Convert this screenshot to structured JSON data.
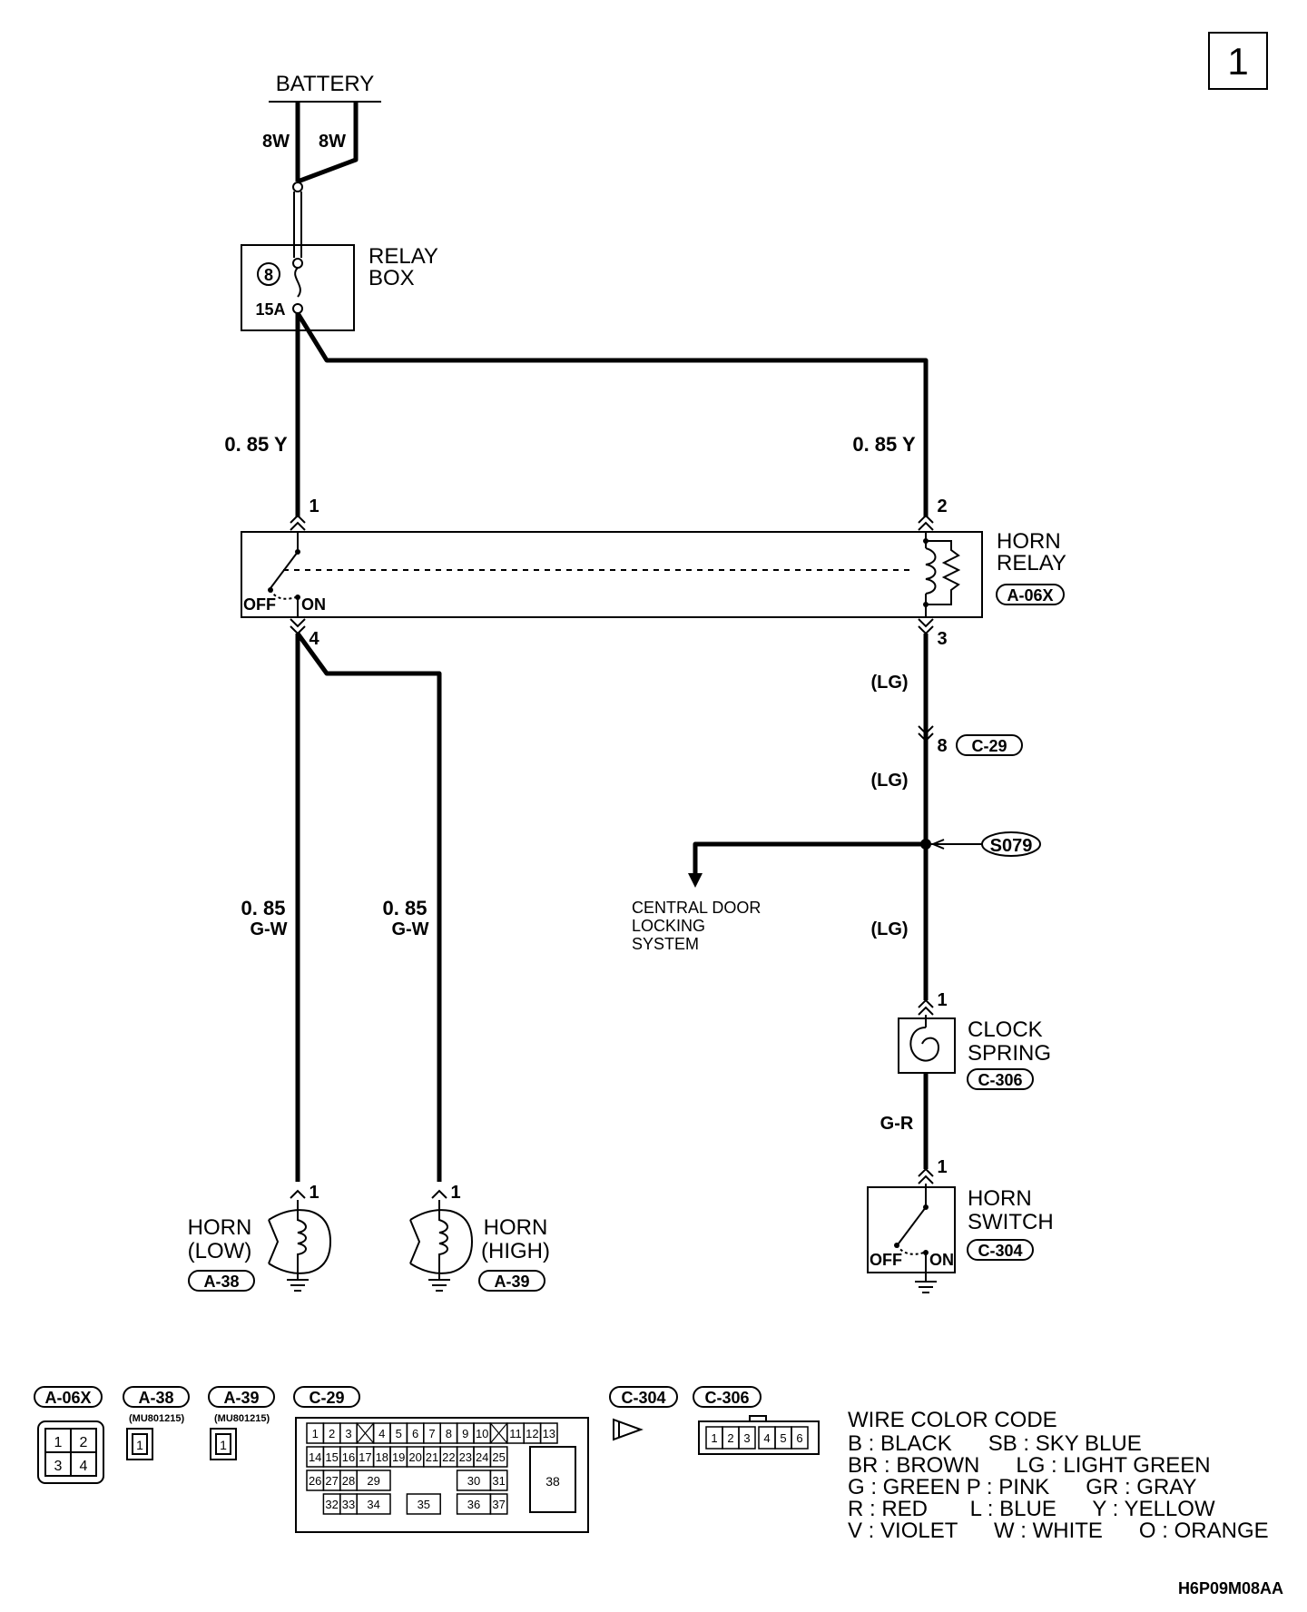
{
  "page_number": "1",
  "battery": {
    "label": "BATTERY",
    "wire_left": "8W",
    "wire_right": "8W"
  },
  "relay_box": {
    "line1": "RELAY",
    "line2": "BOX",
    "fuse_no": "8",
    "fuse_rating": "15A"
  },
  "wires": {
    "left_top": "0. 85 Y",
    "right_top": "0. 85 Y",
    "lg1": "(LG)",
    "lg2": "(LG)",
    "lg3": "(LG)",
    "gw_low_1": "0. 85",
    "gw_low_2": "G-W",
    "gw_high_1": "0. 85",
    "gw_high_2": "G-W",
    "gr": "G-R"
  },
  "horn_relay": {
    "line1": "HORN",
    "line2": "RELAY",
    "connector": "A-06X",
    "pin1": "1",
    "pin2": "2",
    "pin3": "3",
    "pin4": "4",
    "off": "OFF",
    "on": "ON"
  },
  "joint": {
    "pin": "8",
    "connector": "C-29"
  },
  "splice": {
    "id": "S079"
  },
  "central_door": {
    "line1": "CENTRAL DOOR",
    "line2": "LOCKING",
    "line3": "SYSTEM"
  },
  "clock_spring": {
    "line1": "CLOCK",
    "line2": "SPRING",
    "connector": "C-306",
    "pin": "1"
  },
  "horn_switch": {
    "line1": "HORN",
    "line2": "SWITCH",
    "connector": "C-304",
    "pin": "1",
    "off": "OFF",
    "on": "ON"
  },
  "horn_low": {
    "line1": "HORN",
    "line2": "(LOW)",
    "connector": "A-38",
    "pin": "1"
  },
  "horn_high": {
    "line1": "HORN",
    "line2": "(HIGH)",
    "connector": "A-39",
    "pin": "1"
  },
  "connector_views": {
    "a06x": {
      "label": "A-06X",
      "pins": [
        "1",
        "2",
        "3",
        "4"
      ]
    },
    "a38": {
      "label": "A-38",
      "part": "(MU801215)",
      "pin": "1"
    },
    "a39": {
      "label": "A-39",
      "part": "(MU801215)",
      "pin": "1"
    },
    "c29": {
      "label": "C-29",
      "row1": [
        "1",
        "2",
        "3",
        "4",
        "5",
        "6",
        "7",
        "8",
        "9",
        "10",
        "11",
        "12",
        "13"
      ],
      "row2": [
        "14",
        "15",
        "16",
        "17",
        "18",
        "19",
        "20",
        "21",
        "22",
        "23",
        "24",
        "25"
      ],
      "row3": [
        "26",
        "27",
        "28",
        "29",
        "30",
        "31"
      ],
      "row4": [
        "32",
        "33",
        "34",
        "35",
        "36",
        "37"
      ],
      "big": "38"
    },
    "c304": {
      "label": "C-304"
    },
    "c306": {
      "label": "C-306",
      "pins": [
        "1",
        "2",
        "3",
        "4",
        "5",
        "6"
      ]
    }
  },
  "wire_color_code": {
    "title": "WIRE COLOR CODE",
    "lines": [
      "B : BLACK      SB : SKY BLUE",
      "BR : BROWN      LG : LIGHT GREEN",
      "G : GREEN P : PINK      GR : GRAY",
      "R : RED       L : BLUE      Y : YELLOW",
      "V : VIOLET      W : WHITE      O : ORANGE"
    ]
  },
  "drawing_code": "H6P09M08AA"
}
